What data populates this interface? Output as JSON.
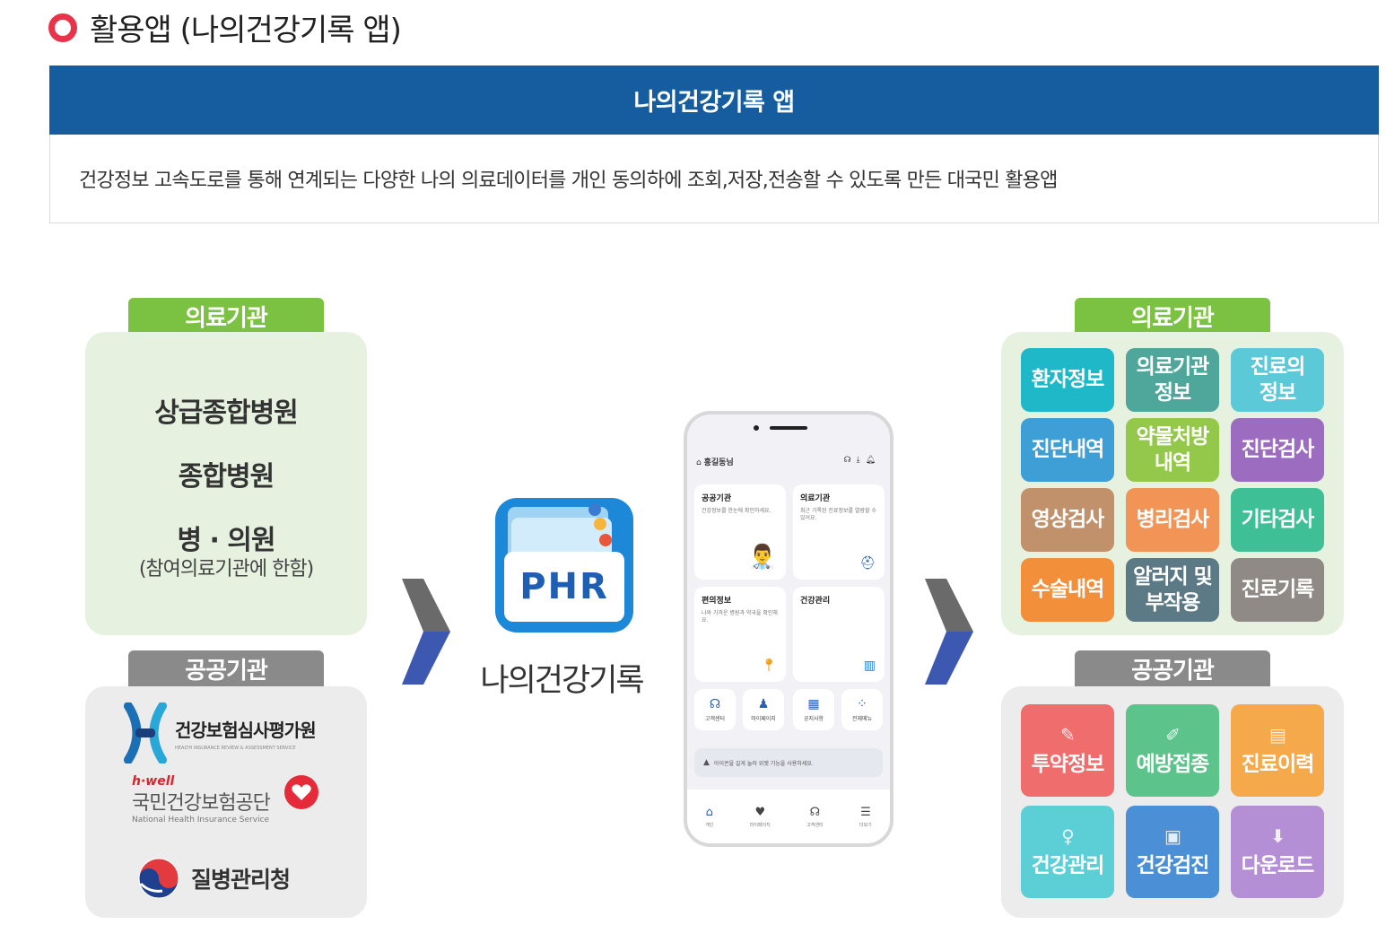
{
  "section_title": "활용앱 (나의건강기록 앱)",
  "banner_title": "나의건강기록 앱",
  "description": "건강정보 고속도로를 통해 연계되는 다양한 나의 의료데이터를 개인 동의하에 조회,저장,전송할 수 있도록 만든 대국민 활용앱",
  "left": {
    "medical_tab": "의료기관",
    "hospitals": [
      "상급종합병원",
      "종합병원",
      "병 · 의원"
    ],
    "hospitals_note": "(참여의료기관에 한함)",
    "public_tab": "공공기관",
    "agencies": {
      "hira": {
        "name": "건강보험심사평가원",
        "sub": "HEALTH INSURANCE REVIEW & ASSESSMENT SERVICE"
      },
      "nhis": {
        "brand": "h·well",
        "name": "국민건강보험공단",
        "sub": "National Health Insurance Service"
      },
      "kdca": {
        "name": "질병관리청"
      }
    }
  },
  "center": {
    "app_icon_text": "PHR",
    "app_name": "나의건강기록",
    "phone": {
      "user": "홍길동님",
      "cards": [
        {
          "title": "공공기관",
          "desc": "건강정보를 한눈에 확인하세요."
        },
        {
          "title": "의료기관",
          "desc": "최근 기록된 진료정보를 열람할 수 있어요."
        },
        {
          "title": "편의정보",
          "desc": "나와 가까운 병원과 약국을 확인해요."
        },
        {
          "title": "건강관리",
          "desc": ""
        }
      ],
      "quick": [
        "고객센터",
        "마이페이지",
        "공지사항",
        "전체메뉴"
      ],
      "notice": "아이콘을 길게 눌러 위젯 기능을 사용하세요.",
      "nav": [
        "개인",
        "마이페이지",
        "고객센터",
        "더보기"
      ]
    }
  },
  "right": {
    "medical_tab": "의료기관",
    "medical_items": [
      {
        "label": "환자정보",
        "color": "#1fb8c9"
      },
      {
        "label": "의료기관\n정보",
        "color": "#4fa69a"
      },
      {
        "label": "진료의\n정보",
        "color": "#5cc9d8"
      },
      {
        "label": "진단내역",
        "color": "#3d9fd6"
      },
      {
        "label": "약물처방\n내역",
        "color": "#94c84a"
      },
      {
        "label": "진단검사",
        "color": "#9b6cc0"
      },
      {
        "label": "영상검사",
        "color": "#c0916a"
      },
      {
        "label": "병리검사",
        "color": "#f39457"
      },
      {
        "label": "기타검사",
        "color": "#3fbf96"
      },
      {
        "label": "수술내역",
        "color": "#f28f3b"
      },
      {
        "label": "알러지 및\n부작용",
        "color": "#5c7a86"
      },
      {
        "label": "진료기록",
        "color": "#8f8a85"
      }
    ],
    "public_tab": "공공기관",
    "public_items": [
      {
        "label": "투약정보",
        "icon": "pill-icon",
        "glyph": "✎",
        "color": "#ef6d6d"
      },
      {
        "label": "예방접종",
        "icon": "syringe-icon",
        "glyph": "✐",
        "color": "#5cc38a"
      },
      {
        "label": "진료이력",
        "icon": "clipboard-icon",
        "glyph": "▤",
        "color": "#f6a94a"
      },
      {
        "label": "건강관리",
        "icon": "person-icon",
        "glyph": "♀",
        "color": "#5ccfd6"
      },
      {
        "label": "건강검진",
        "icon": "medical-kit-icon",
        "glyph": "▣",
        "color": "#4b8fd6"
      },
      {
        "label": "다운로드",
        "icon": "download-icon",
        "glyph": "⬇",
        "color": "#b58fd6"
      }
    ]
  }
}
